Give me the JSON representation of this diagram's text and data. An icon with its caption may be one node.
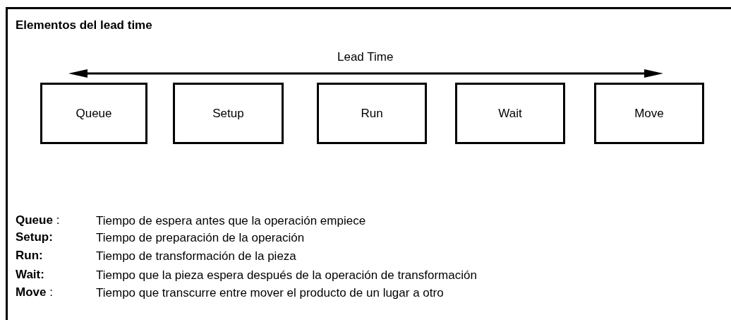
{
  "diagram": {
    "title": "Elementos del lead time",
    "nodes": [
      {
        "text": [
          "Queue"
        ]
      },
      {
        "text": [
          "Setup"
        ]
      },
      {
        "text": [
          "Run"
        ]
      },
      {
        "text": [
          "Wait"
        ]
      },
      {
        "text": [
          "Move"
        ]
      }
    ],
    "labels": [
      "Lead Time",
      "**Queue** :",
      "Tiempo de espera  antes que la operación empiece",
      "Setup:",
      "Tiempo de preparación de la operación",
      "Run:",
      "Tiempo de transformación de la pieza",
      "Wait:",
      "Tiempo que la pieza espera después de la operación de transformación",
      "**Move** :",
      "Tiempo que transcurre entre mover el producto de un lugar a otro"
    ]
  }
}
